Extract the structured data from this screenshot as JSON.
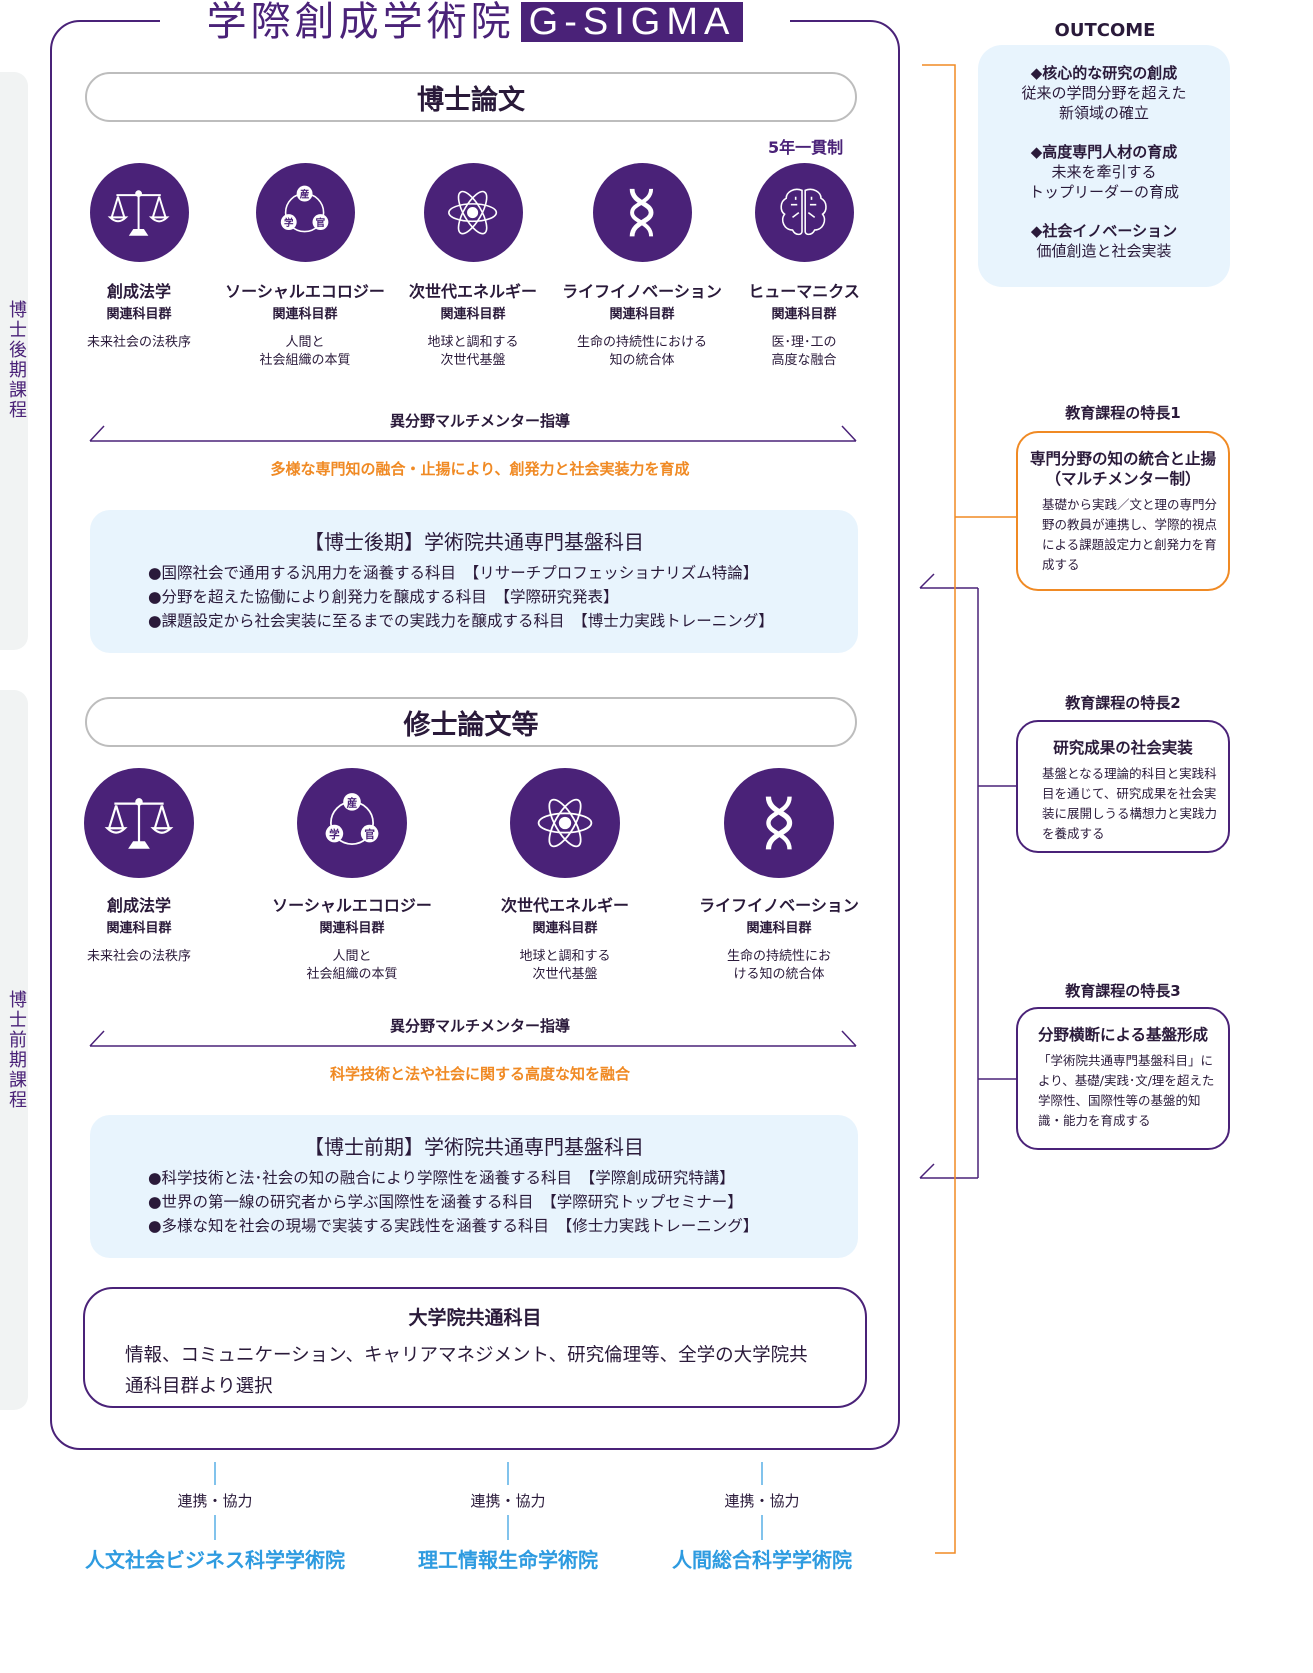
{
  "header": {
    "title_jp": "学際創成学術院",
    "title_en": "G-SIGMA"
  },
  "side_labels": {
    "doctoral": "博士後期課程",
    "masters": "博士前期課程"
  },
  "doctoral": {
    "thesis": "博士論文",
    "five_year": "5年一貫制",
    "fields": [
      {
        "icon": "scales-icon",
        "title": "創成法学",
        "sub": "関連科目群",
        "desc": "未来社会の法秩序"
      },
      {
        "icon": "triangle-network-icon",
        "title": "ソーシャルエコロジー",
        "sub": "関連科目群",
        "desc": "人間と\n社会組織の本質"
      },
      {
        "icon": "atom-icon",
        "title": "次世代エネルギー",
        "sub": "関連科目群",
        "desc": "地球と調和する\n次世代基盤"
      },
      {
        "icon": "dna-icon",
        "title": "ライフイノベーション",
        "sub": "関連科目群",
        "desc": "生命の持続性における\n知の統合体"
      },
      {
        "icon": "brain-icon",
        "title": "ヒューマニクス",
        "sub": "関連科目群",
        "desc": "医･理･工の\n高度な融合"
      }
    ],
    "mentor": "異分野マルチメンター指導",
    "goal": "多様な専門知の融合・止揚により、創発力と社会実装力を育成",
    "common": {
      "title": "【博士後期】学術院共通専門基盤科目",
      "items": [
        "●国際社会で通用する汎用力を涵養する科目　【リサーチプロフェッショナリズム特論】",
        "●分野を超えた協働により創発力を醸成する科目　【学際研究発表】",
        "●課題設定から社会実装に至るまでの実践力を醸成する科目　【博士力実践トレーニング】"
      ]
    }
  },
  "masters": {
    "thesis": "修士論文等",
    "fields": [
      {
        "icon": "scales-icon",
        "title": "創成法学",
        "sub": "関連科目群",
        "desc": "未来社会の法秩序"
      },
      {
        "icon": "triangle-network-icon",
        "title": "ソーシャルエコロジー",
        "sub": "関連科目群",
        "desc": "人間と\n社会組織の本質"
      },
      {
        "icon": "atom-icon",
        "title": "次世代エネルギー",
        "sub": "関連科目群",
        "desc": "地球と調和する\n次世代基盤"
      },
      {
        "icon": "dna-icon",
        "title": "ライフイノベーション",
        "sub": "関連科目群",
        "desc": "生命の持続性にお\nける知の統合体"
      }
    ],
    "mentor": "異分野マルチメンター指導",
    "goal": "科学技術と法や社会に関する高度な知を融合",
    "common": {
      "title": "【博士前期】学術院共通専門基盤科目",
      "items": [
        "●科学技術と法･社会の知の融合により学際性を涵養する科目　【学際創成研究特講】",
        "●世界の第一線の研究者から学ぶ国際性を涵養する科目　【学際研究トップセミナー】",
        "●多様な知を社会の現場で実装する実践性を涵養する科目　【修士力実践トレーニング】"
      ]
    }
  },
  "icon_chars": {
    "industry": "産",
    "academia": "学",
    "government": "官"
  },
  "grad_common": {
    "title": "大学院共通科目",
    "text": "情報、コミュニケーション、キャリアマネジメント、研究倫理等、全学の大学院共通科目群より選択"
  },
  "collaboration": [
    {
      "label": "連携・協力",
      "school": "人文社会ビジネス科学学術院"
    },
    {
      "label": "連携・協力",
      "school": "理工情報生命学術院"
    },
    {
      "label": "連携・協力",
      "school": "人間総合科学学術院"
    }
  ],
  "outcome": {
    "heading": "OUTCOME",
    "items": [
      {
        "title": "◆核心的な研究の創成",
        "desc": "従来の学問分野を超えた\n新領域の確立"
      },
      {
        "title": "◆高度専門人材の育成",
        "desc": "未来を牽引する\nトップリーダーの育成"
      },
      {
        "title": "◆社会イノベーション",
        "desc": "価値創造と社会実装"
      }
    ]
  },
  "features": [
    {
      "label": "教育課程の特長1",
      "title": "専門分野の知の統合と止揚\n（マルチメンター制）",
      "desc": "基礎から実践／文と理の専門分野の教員が連携し、学際的視点による課題設定力と創発力を育成する"
    },
    {
      "label": "教育課程の特長2",
      "title": "研究成果の社会実装",
      "desc": "基盤となる理論的科目と実践科目を通じて、研究成果を社会実装に展開しうる構想力と実践力を養成する"
    },
    {
      "label": "教育課程の特長3",
      "title": "分野横断による基盤形成",
      "desc": "「学術院共通専門基盤科目」により、基礎/実践･文/理を超えた学際性、国際性等の基盤的知識・能力を育成する"
    }
  ],
  "colors": {
    "purple": "#4a2278",
    "orange": "#f08a24",
    "blue": "#2e9be0",
    "lightblue": "#e8f4fd"
  }
}
